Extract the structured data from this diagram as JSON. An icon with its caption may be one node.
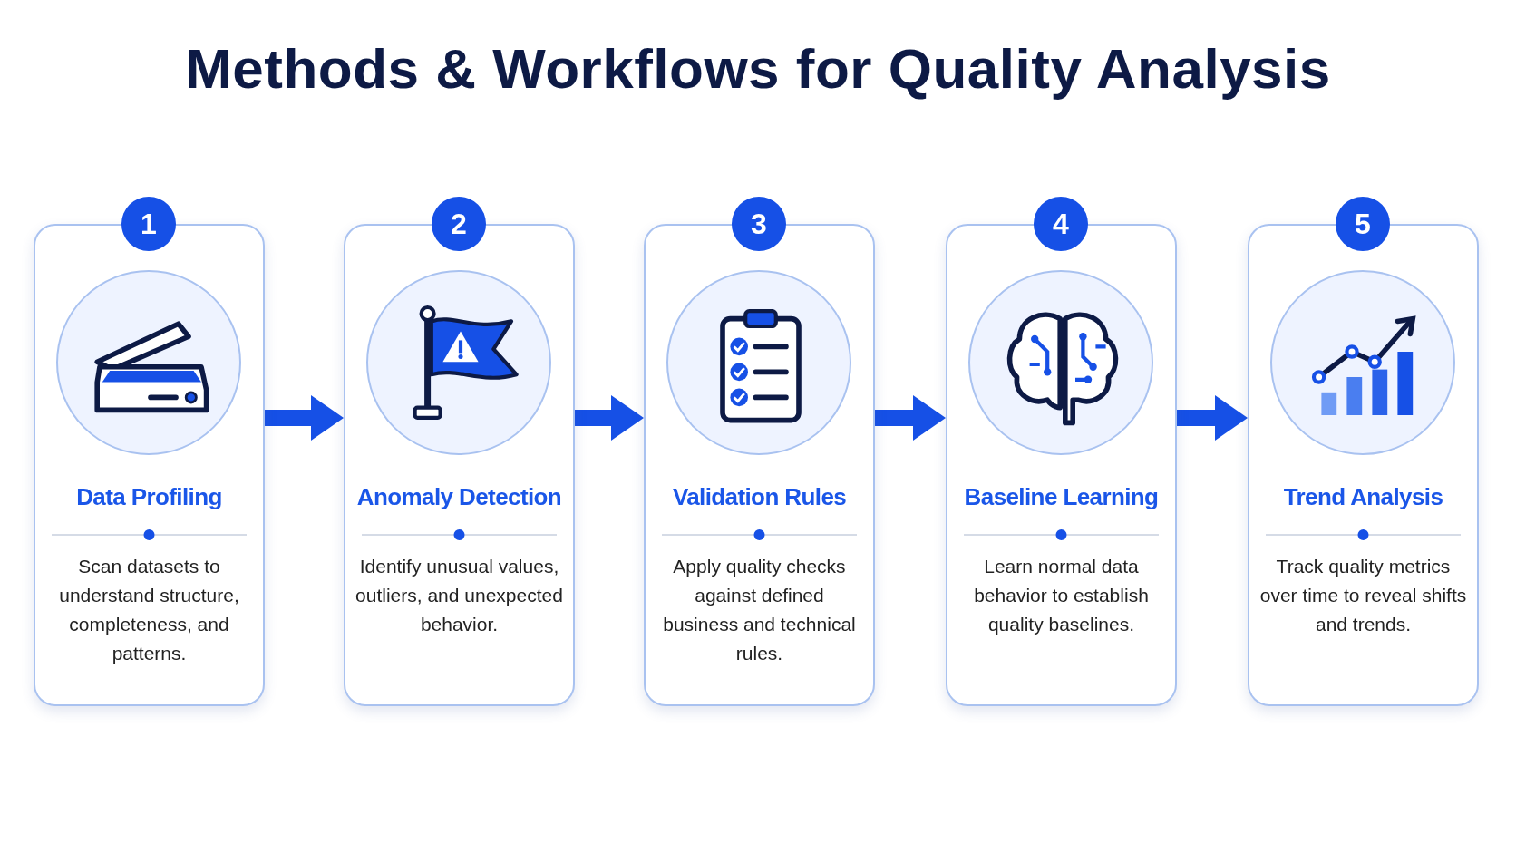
{
  "diagram": {
    "title": "Methods & Workflows for Quality Analysis",
    "nodes": [
      {
        "text": [
          "1",
          "Data Profiling",
          "Scan datasets to understand structure, completeness, and patterns."
        ]
      },
      {
        "text": [
          "2",
          "Anomaly Detection",
          "Identify unusual values, outliers, and unexpected behavior."
        ]
      },
      {
        "text": [
          "3",
          "Validation Rules",
          "Apply quality checks against defined business and technical rules."
        ]
      },
      {
        "text": [
          "4",
          "Baseline Learning",
          "Learn normal data behavior to establish quality baselines."
        ]
      },
      {
        "text": [
          "5",
          "Trend Analysis",
          "Track quality metrics over time to reveal shifts and trends."
        ]
      }
    ],
    "edges": [
      {
        "from": 0,
        "to": 1,
        "arrow": "to"
      },
      {
        "from": 1,
        "to": 2,
        "arrow": "to"
      },
      {
        "from": 2,
        "to": 3,
        "arrow": "to"
      },
      {
        "from": 3,
        "to": 4,
        "arrow": "to"
      }
    ]
  }
}
